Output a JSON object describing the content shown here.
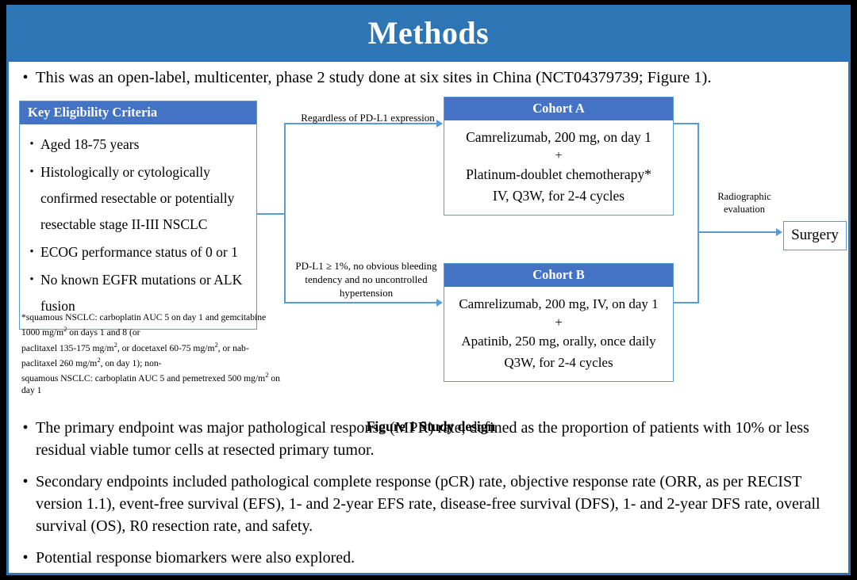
{
  "slide": {
    "title": "Methods",
    "accent_color": "#2E75B6",
    "panel_head_color": "#4472C4",
    "connector_color": "#5B9BD5"
  },
  "intro": {
    "bullet": "•",
    "text": "This was an open-label, multicenter, phase 2 study done at six sites in China (NCT04379739; Figure 1)."
  },
  "diagram": {
    "eligibility": {
      "header": "Key  Eligibility Criteria",
      "bullet": "•",
      "items": [
        "Aged 18-75 years",
        "Histologically or cytologically confirmed resectable or potentially resectable stage II-III  NSCLC",
        "ECOG performance status of 0 or 1",
        "No known EGFR mutations or ALK fusion"
      ]
    },
    "footnote_lines": [
      "*squamous NSCLC: carboplatin AUC 5 on day 1 and gemcitabine 1000 mg/m2 on days 1 and 8 (or",
      "paclitaxel 135-175 mg/m2, or docetaxel 60-75 mg/m2, or nab-paclitaxel 260 mg/m2, on day 1); non-",
      "squamous NSCLC: carboplatin AUC 5 and pemetrexed 500 mg/m2 on day 1"
    ],
    "label_top": "Regardless of PD-L1 expression",
    "label_bottom": "PD-L1 ≥ 1%, no obvious bleeding tendency and no uncontrolled hypertension",
    "cohort_a": {
      "header": "Cohort A",
      "line1": "Camrelizumab, 200 mg, on day 1",
      "plus": "+",
      "line2": "Platinum-doublet chemotherapy*",
      "line3": "IV, Q3W, for 2-4 cycles"
    },
    "cohort_b": {
      "header": "Cohort B",
      "line1": "Camrelizumab, 200 mg, IV, on day 1",
      "plus": "+",
      "line2": "Apatinib, 250 mg, orally, once daily",
      "line3": "Q3W, for 2-4 cycles"
    },
    "label_radiographic": "Radiographic evaluation",
    "surgery": "Surgery",
    "caption": "Figure 1 Study design"
  },
  "lower_bullets": {
    "bullet": "•",
    "items": [
      "The primary endpoint was major pathological response (MPR) rate, defined as the proportion of patients with 10% or less residual viable tumor cells at resected primary tumor.",
      "Secondary endpoints included pathological complete response (pCR) rate, objective response rate (ORR, as per RECIST version 1.1), event-free survival (EFS), 1- and 2-year EFS rate, disease-free survival (DFS), 1- and 2-year DFS rate, overall survival (OS), R0 resection rate, and safety.",
      "Potential response biomarkers were also explored."
    ]
  }
}
